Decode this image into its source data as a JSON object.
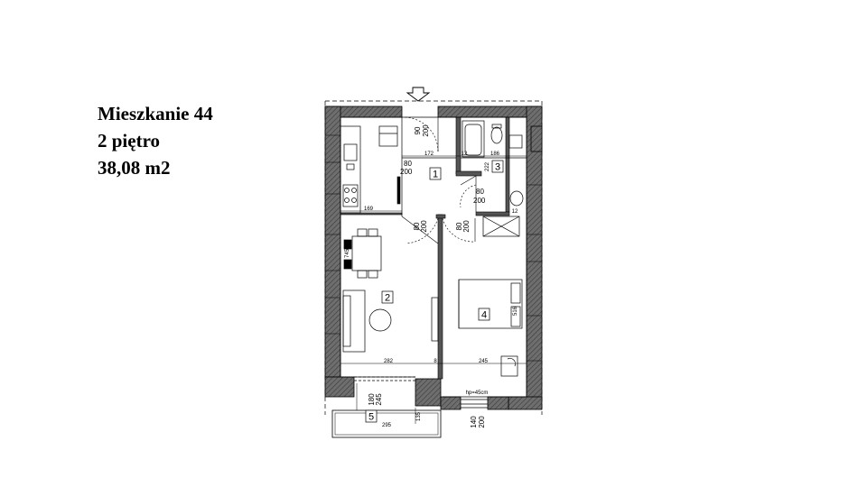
{
  "title": {
    "name": "Mieszkanie 44",
    "floor": "2 piętro",
    "area": "38,08 m2"
  },
  "rooms": [
    {
      "id": "room-1",
      "label": "1"
    },
    {
      "id": "room-2",
      "label": "2"
    },
    {
      "id": "room-3",
      "label": "3"
    },
    {
      "id": "room-4",
      "label": "4"
    },
    {
      "id": "room-5",
      "label": "5"
    }
  ],
  "dimensions": {
    "entry_door_w": "90",
    "entry_door_h": "200",
    "hall_width": "172",
    "wall_12": "12",
    "bath_width": "186",
    "bath_height": "222",
    "door_room1_w": "80",
    "door_room1_h": "200",
    "door_bath_w": "80",
    "door_bath_h": "200",
    "kitchen_width": "169",
    "wall_12b": "12",
    "door_living_w": "80",
    "door_living_h": "200",
    "door_bed_w": "80",
    "door_bed_h": "200",
    "table_745": "745",
    "bed_width": "516",
    "living_width": "282",
    "wall_8": "8",
    "bed_room_width": "245",
    "window_hp": "hp=45cm",
    "balcony_door_w": "180",
    "balcony_door_h": "245",
    "balcony_width": "295",
    "balcony_depth": "135",
    "bed_window_w": "140",
    "bed_window_h": "200"
  }
}
